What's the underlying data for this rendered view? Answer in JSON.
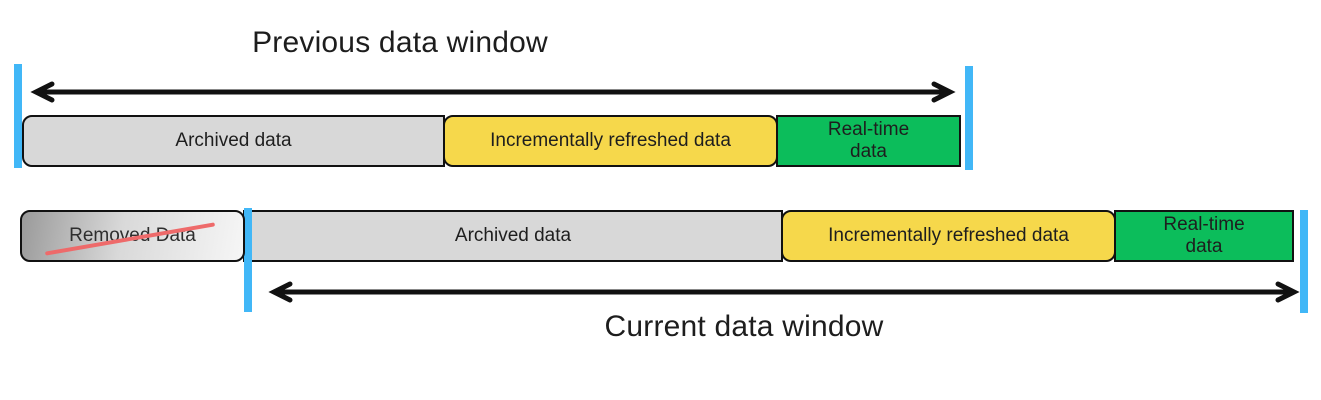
{
  "diagram": {
    "type": "data-window-diagram",
    "background": "#ffffff",
    "colors": {
      "boundary_marker_blue": "#41b7f7",
      "arrow_black": "#111111",
      "segment_border_black": "#111111",
      "archived_gray": "#d8d8d8",
      "refreshed_yellow": "#f6d84b",
      "realtime_green": "#0cbd5b",
      "removed_gradient_start": "#9a9a9a",
      "removed_gradient_end": "#f6f6f6",
      "strike_red": "#ee6a6a",
      "text_dark": "#1d1d1d"
    },
    "previous_window": {
      "title": "Previous data window",
      "segments": [
        {
          "label": "Archived data",
          "color": "#d8d8d8"
        },
        {
          "label": "Incrementally refreshed data",
          "color": "#f6d84b"
        },
        {
          "label": "Real-time data",
          "color": "#0cbd5b"
        }
      ]
    },
    "current_window": {
      "title": "Current data window",
      "removed_segment": {
        "label": "Removed Data",
        "strike_color": "#ee6a6a"
      },
      "segments": [
        {
          "label": "Archived data",
          "color": "#d8d8d8"
        },
        {
          "label": "Incrementally refreshed data",
          "color": "#f6d84b"
        },
        {
          "label": "Real-time data",
          "color": "#0cbd5b"
        }
      ]
    }
  }
}
